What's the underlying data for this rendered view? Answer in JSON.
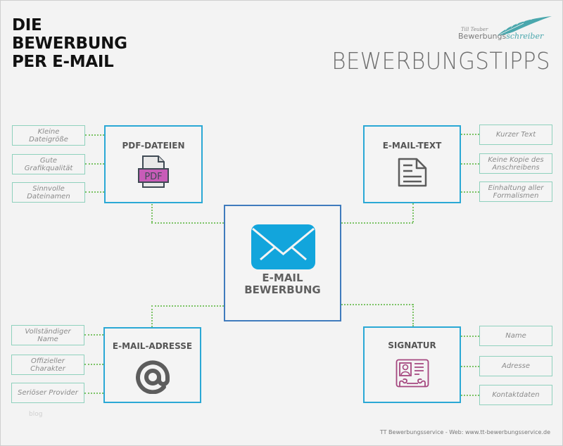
{
  "header": {
    "title_lines": [
      "DIE",
      "BEWERBUNG",
      "PER E-MAIL"
    ],
    "subtitle": "BEWERBUNGSTIPPS",
    "logo": {
      "signature": "Till Teuber",
      "word_plain": "Bewerbungs",
      "word_script": "schreiber",
      "icon": "feather-quill-icon",
      "accent_color": "#4aa7ad"
    }
  },
  "center": {
    "icon": "envelope-icon",
    "icon_color": "#12a5dc",
    "title_lines": [
      "E-MAIL",
      "BEWERBUNG"
    ],
    "border_color": "#3f7bbd"
  },
  "nodes": {
    "pdf": {
      "title": "PDF-DATEIEN",
      "icon": "pdf-file-icon",
      "icon_label": "PDF",
      "icon_color": "#c85cb8",
      "tags": [
        [
          "Kleine",
          "Dateigröße"
        ],
        [
          "Gute",
          "Grafikqualität"
        ],
        [
          "Sinnvolle",
          "Dateinamen"
        ]
      ]
    },
    "text": {
      "title": "E-MAIL-TEXT",
      "icon": "document-text-icon",
      "tags": [
        [
          "Kurzer Text"
        ],
        [
          "Keine Kopie des",
          "Anschreibens"
        ],
        [
          "Einhaltung aller",
          "Formalismen"
        ]
      ]
    },
    "address": {
      "title": "E-MAIL-ADRESSE",
      "icon": "at-sign-icon",
      "icon_glyph": "@",
      "tags": [
        [
          "Vollständiger",
          "Name"
        ],
        [
          "Offizieller",
          "Charakter"
        ],
        [
          "Seriöser Provider"
        ]
      ]
    },
    "signature": {
      "title": "SIGNATUR",
      "icon": "contact-card-icon",
      "icon_color": "#a5477f",
      "tags": [
        [
          "Name"
        ],
        [
          "Adresse"
        ],
        [
          "Kontaktdaten"
        ]
      ]
    }
  },
  "colors": {
    "box_border": "#2aa8d5",
    "tag_border": "#8fd1bd",
    "connector": "#7cc366",
    "background": "#f3f3f3"
  },
  "footer": {
    "credit": "TT Bewerbungsservice - Web: www.tt-bewerbungsservice.de",
    "watermark": "blog"
  }
}
